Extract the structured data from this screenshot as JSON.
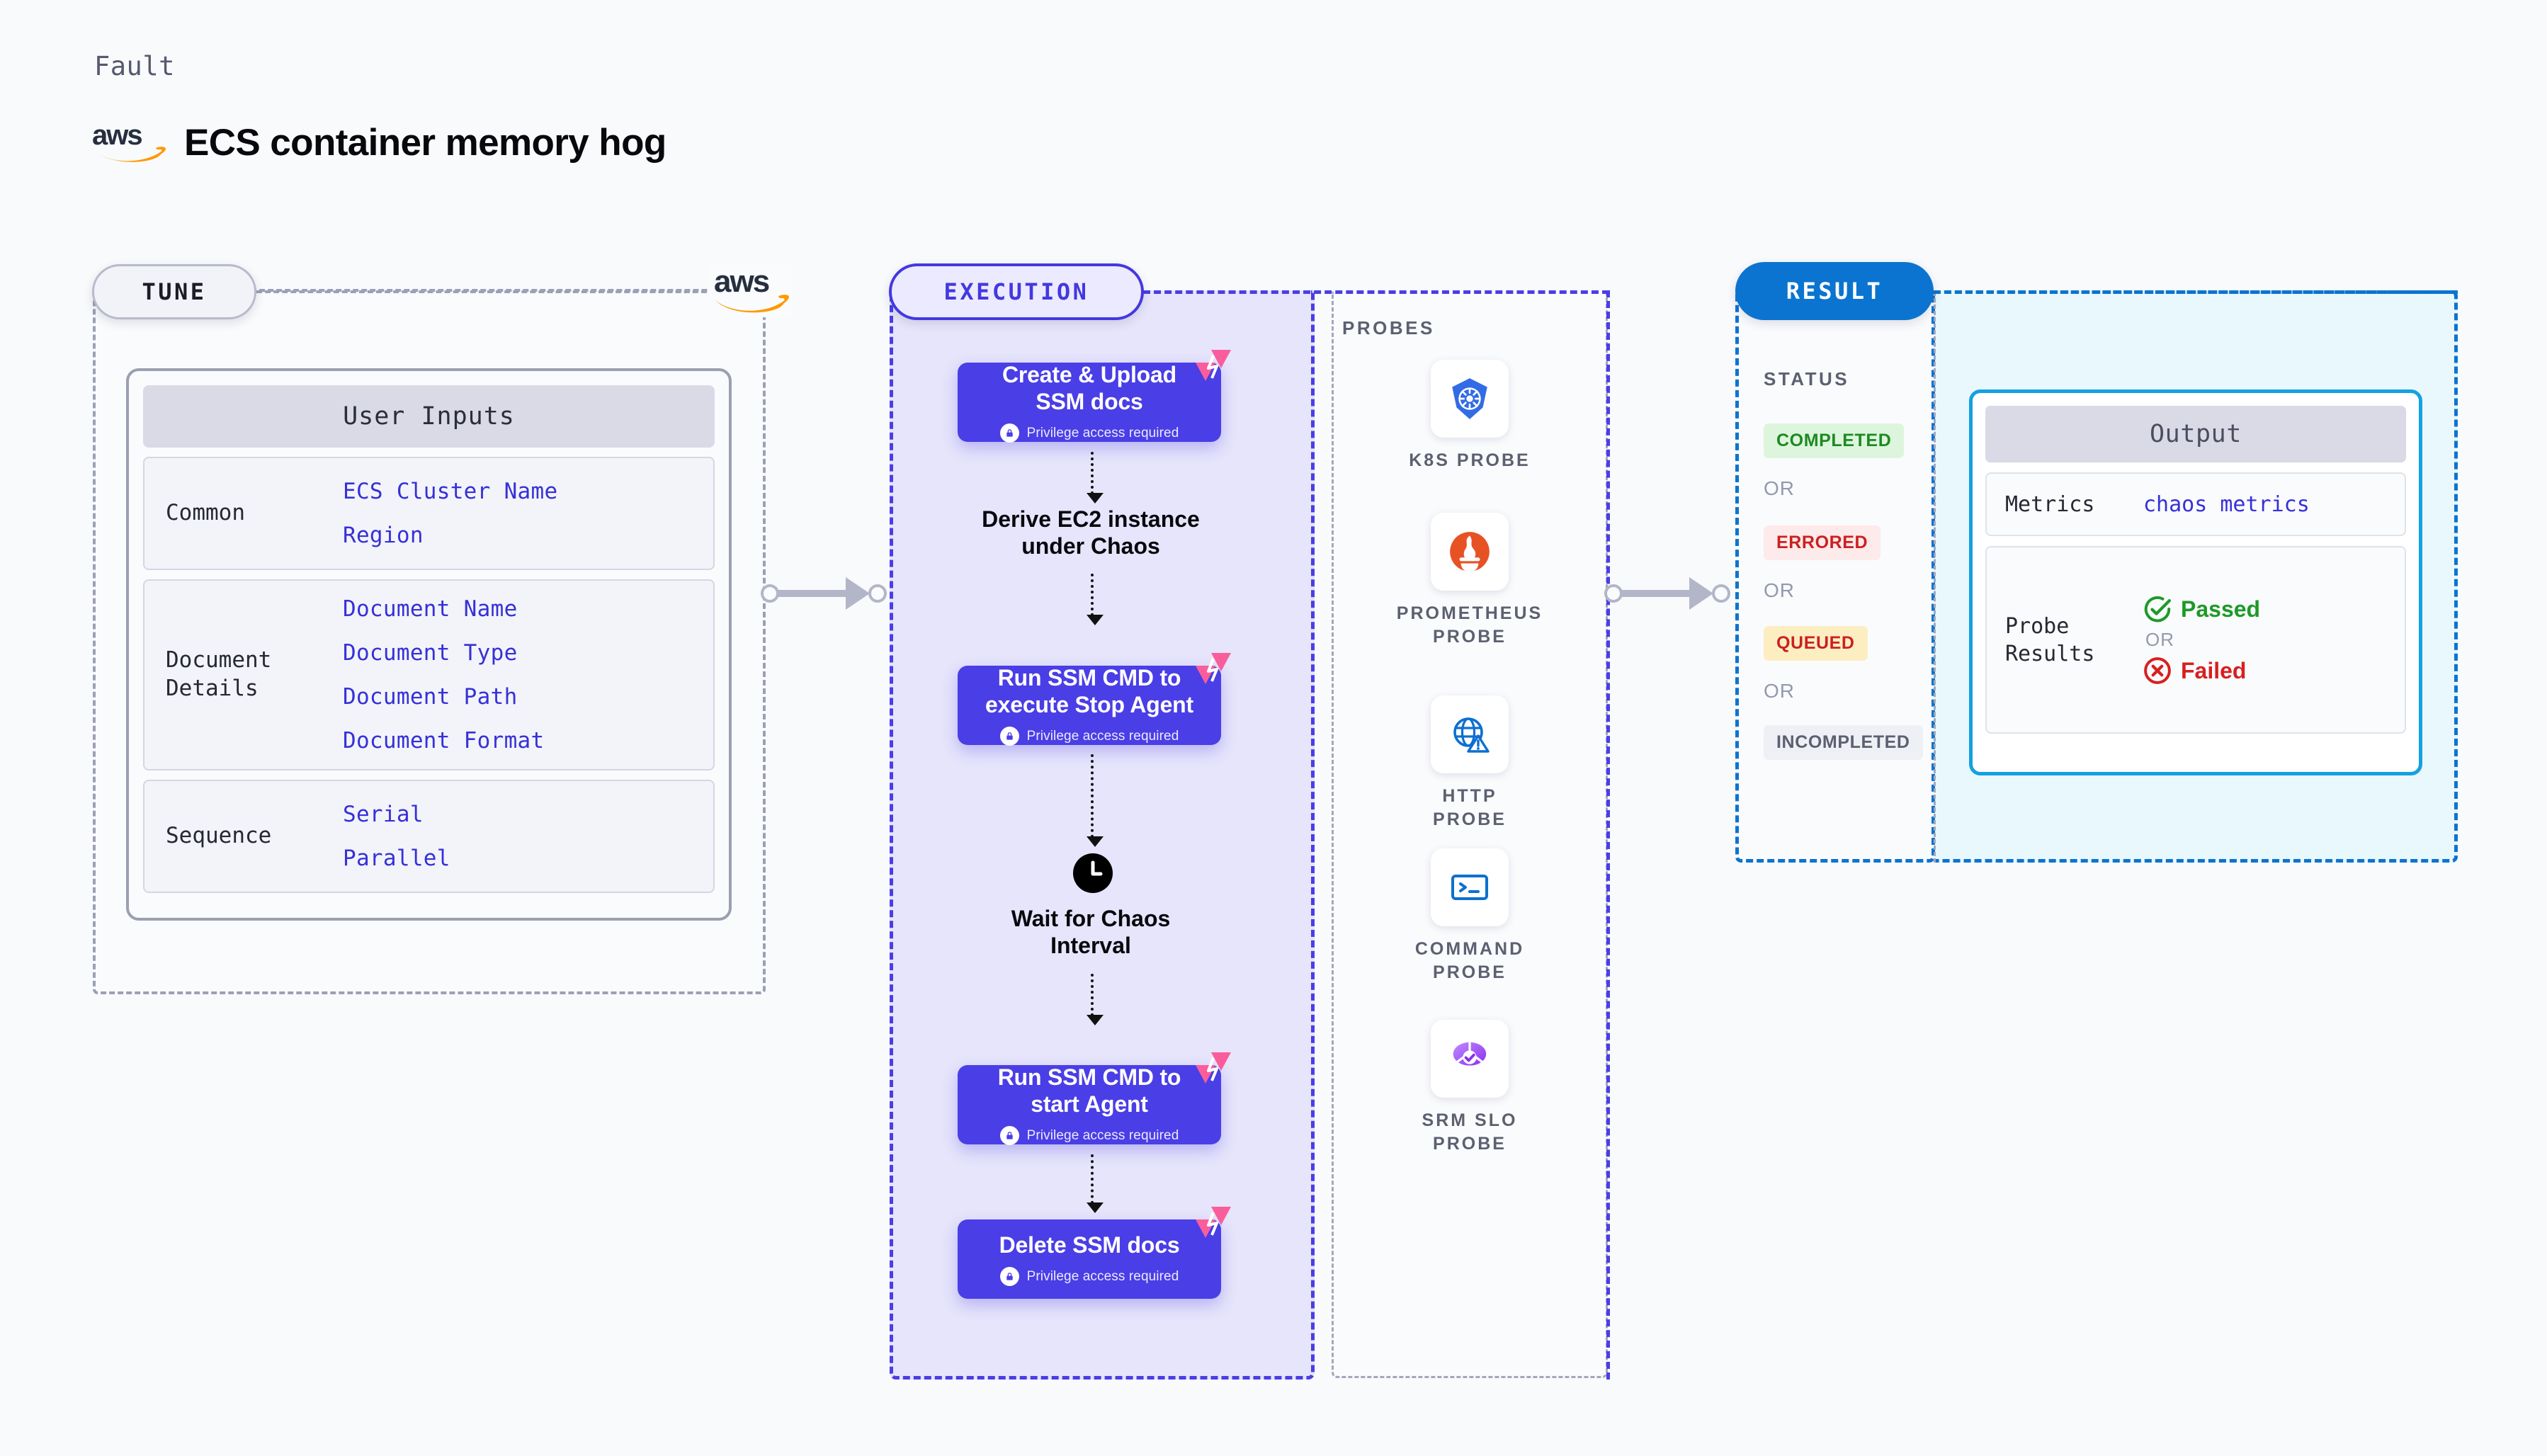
{
  "header": {
    "eyebrow": "Fault",
    "title": "ECS container memory hog",
    "logo_icon": "aws-logo"
  },
  "tune": {
    "pill_label": "TUNE",
    "provider_logo_icon": "aws-logo",
    "inputs_card": {
      "header": "User Inputs",
      "groups": [
        {
          "label": "Common",
          "values": [
            "ECS Cluster Name",
            "Region"
          ]
        },
        {
          "label": "Document\nDetails",
          "values": [
            "Document Name",
            "Document Type",
            "Document Path",
            "Document Format"
          ]
        },
        {
          "label": "Sequence",
          "values": [
            "Serial",
            "Parallel"
          ]
        }
      ]
    }
  },
  "execution": {
    "pill_label": "EXECUTION",
    "privilege_note": "Privilege access required",
    "nodes": [
      {
        "type": "action",
        "title": "Create & Upload\nSSM docs",
        "privilege": true,
        "badge_icon": "harness-chaos-badge-icon"
      },
      {
        "type": "text",
        "title": "Derive EC2 instance\nunder Chaos"
      },
      {
        "type": "action",
        "title": "Run SSM CMD to\nexecute Stop Agent",
        "privilege": true,
        "badge_icon": "harness-chaos-badge-icon"
      },
      {
        "type": "wait",
        "title": "Wait for Chaos\nInterval",
        "icon": "clock-icon"
      },
      {
        "type": "action",
        "title": "Run SSM CMD to\nstart Agent",
        "privilege": true,
        "badge_icon": "harness-chaos-badge-icon"
      },
      {
        "type": "action",
        "title": "Delete SSM docs",
        "privilege": true,
        "badge_icon": "harness-chaos-badge-icon"
      }
    ],
    "probes": {
      "title": "PROBES",
      "items": [
        {
          "label": "K8S PROBE",
          "icon": "kubernetes-icon"
        },
        {
          "label": "PROMETHEUS\nPROBE",
          "icon": "prometheus-icon"
        },
        {
          "label": "HTTP PROBE",
          "icon": "http-globe-warning-icon"
        },
        {
          "label": "COMMAND\nPROBE",
          "icon": "terminal-icon"
        },
        {
          "label": "SRM SLO\nPROBE",
          "icon": "srm-slo-icon"
        }
      ]
    }
  },
  "result": {
    "pill_label": "RESULT",
    "status_title": "STATUS",
    "or_label": "OR",
    "statuses": [
      {
        "label": "COMPLETED",
        "bg": "#ddf5dd",
        "color": "#1d8a22"
      },
      {
        "label": "ERRORED",
        "bg": "#fdeaea",
        "color": "#cc2020"
      },
      {
        "label": "QUEUED",
        "bg": "#fdeec2",
        "color": "#cc2020"
      },
      {
        "label": "INCOMPLETED",
        "bg": "#eef0f6",
        "color": "#5c6070"
      }
    ],
    "output": {
      "header": "Output",
      "metrics_label": "Metrics",
      "metrics_value": "chaos metrics",
      "probe_results_label": "Probe\nResults",
      "passed_label": "Passed",
      "failed_label": "Failed",
      "or_label": "OR"
    }
  },
  "colors": {
    "execution_accent": "#4a3ee6",
    "result_accent": "#0b74d0",
    "output_border": "#14a1e0",
    "tune_accent": "#9ba0b5",
    "badge_pink": "#fa5d9b",
    "link_blue": "#3730d8"
  }
}
